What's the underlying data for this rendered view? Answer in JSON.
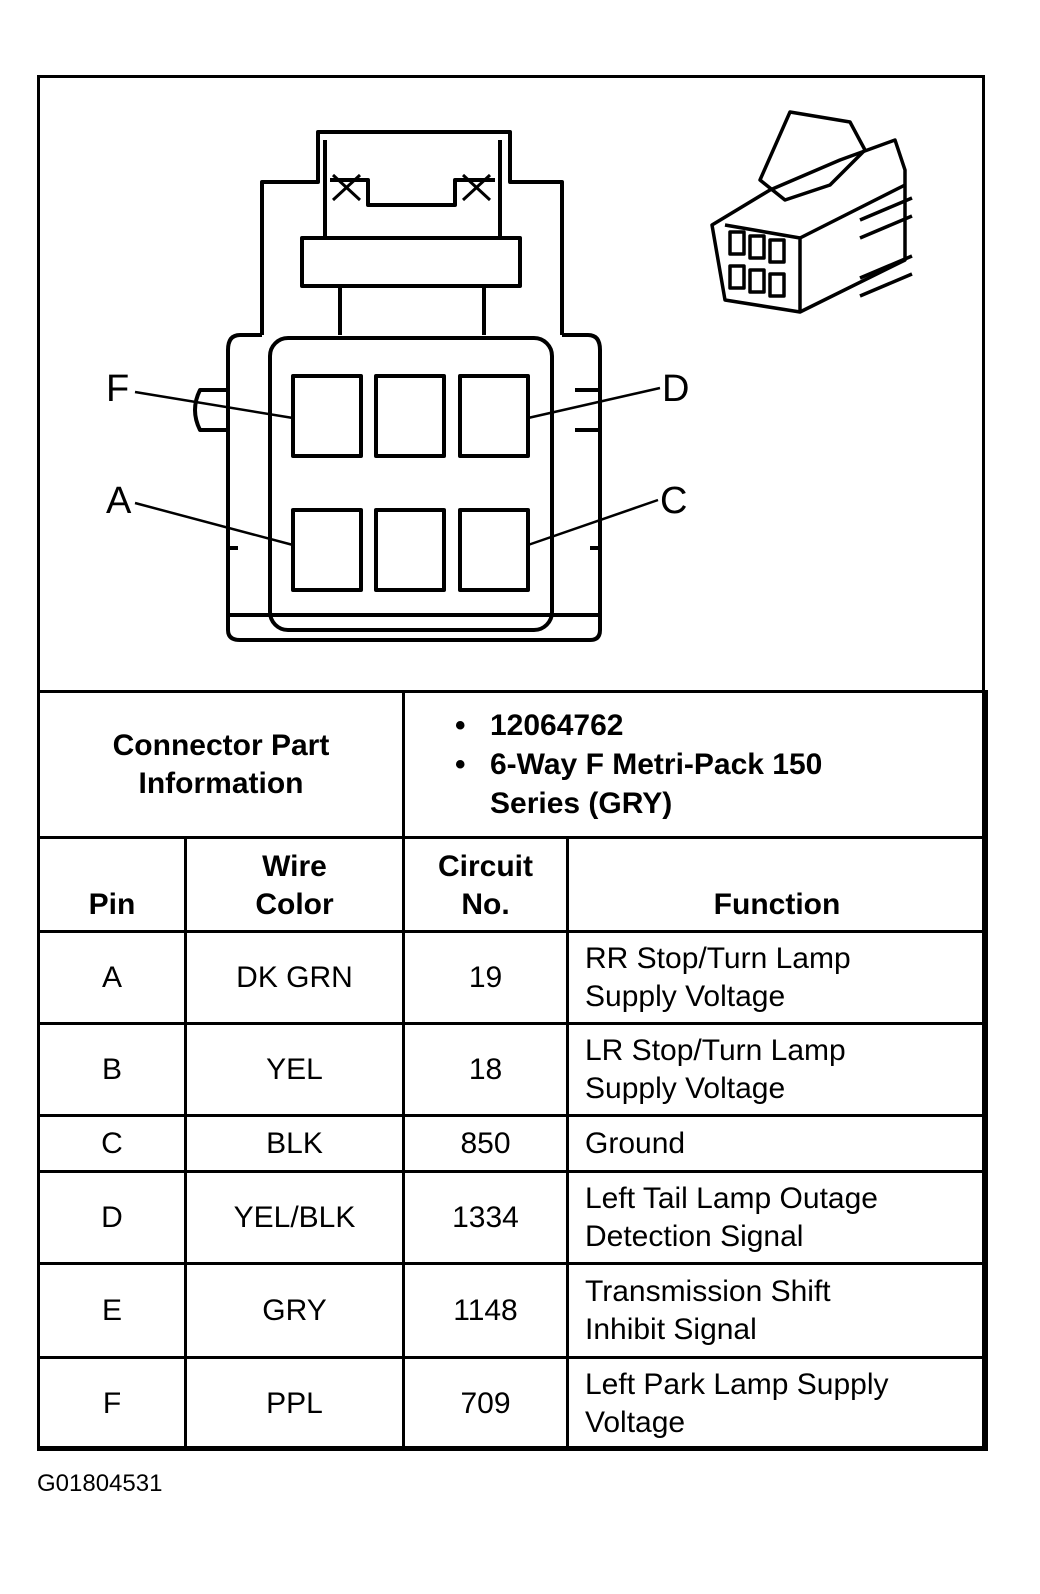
{
  "pin_labels": {
    "F": "F",
    "D": "D",
    "A": "A",
    "C": "C"
  },
  "part_info": {
    "label": "Connector Part Information",
    "items": [
      "12064762",
      "6-Way F Metri-Pack 150 Series (GRY)"
    ]
  },
  "pin_table": {
    "headers": {
      "pin": "Pin",
      "wire": "Wire Color",
      "circuit": "Circuit No.",
      "function": "Function"
    },
    "rows": [
      {
        "pin": "A",
        "wire": "DK GRN",
        "circuit": "19",
        "function": "RR Stop/Turn Lamp Supply Voltage"
      },
      {
        "pin": "B",
        "wire": "YEL",
        "circuit": "18",
        "function": "LR Stop/Turn Lamp Supply Voltage"
      },
      {
        "pin": "C",
        "wire": "BLK",
        "circuit": "850",
        "function": "Ground"
      },
      {
        "pin": "D",
        "wire": "YEL/BLK",
        "circuit": "1334",
        "function": "Left Tail Lamp Outage Detection Signal"
      },
      {
        "pin": "E",
        "wire": "GRY",
        "circuit": "1148",
        "function": "Transmission Shift Inhibit Signal"
      },
      {
        "pin": "F",
        "wire": "PPL",
        "circuit": "709",
        "function": "Left Park Lamp Supply Voltage"
      }
    ]
  },
  "figure_id": "G01804531"
}
